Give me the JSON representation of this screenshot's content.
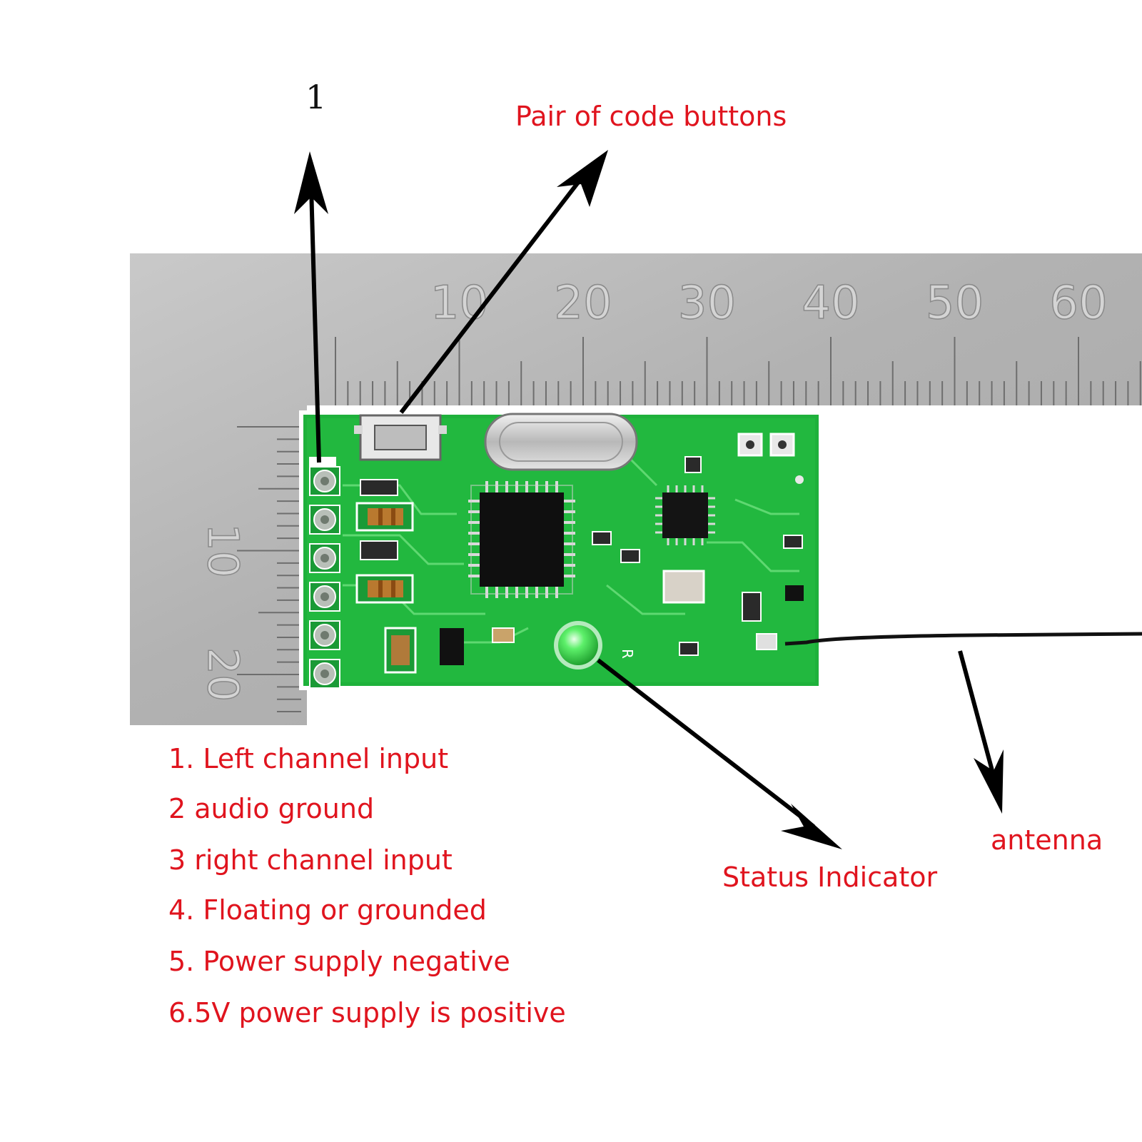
{
  "ruler": {
    "top_numbers": [
      "10",
      "20",
      "30",
      "40",
      "50",
      "60"
    ],
    "side_numbers": [
      "10",
      "20"
    ]
  },
  "board": {
    "silk_R": "R"
  },
  "labels": {
    "pin_one": "1",
    "pair_buttons": "Pair of code buttons",
    "status_indicator": "Status Indicator",
    "antenna": "antenna"
  },
  "pin_list": [
    "1. Left channel input",
    "2 audio ground",
    "3 right channel input",
    "4. Floating or grounded",
    "5. Power supply negative",
    "6.5V power supply is positive"
  ],
  "colors": {
    "label_red": "#e0141e",
    "pcb_green": "#1db23c",
    "ruler_grey": "#b9b9b9",
    "led_green": "#3ee04a"
  }
}
